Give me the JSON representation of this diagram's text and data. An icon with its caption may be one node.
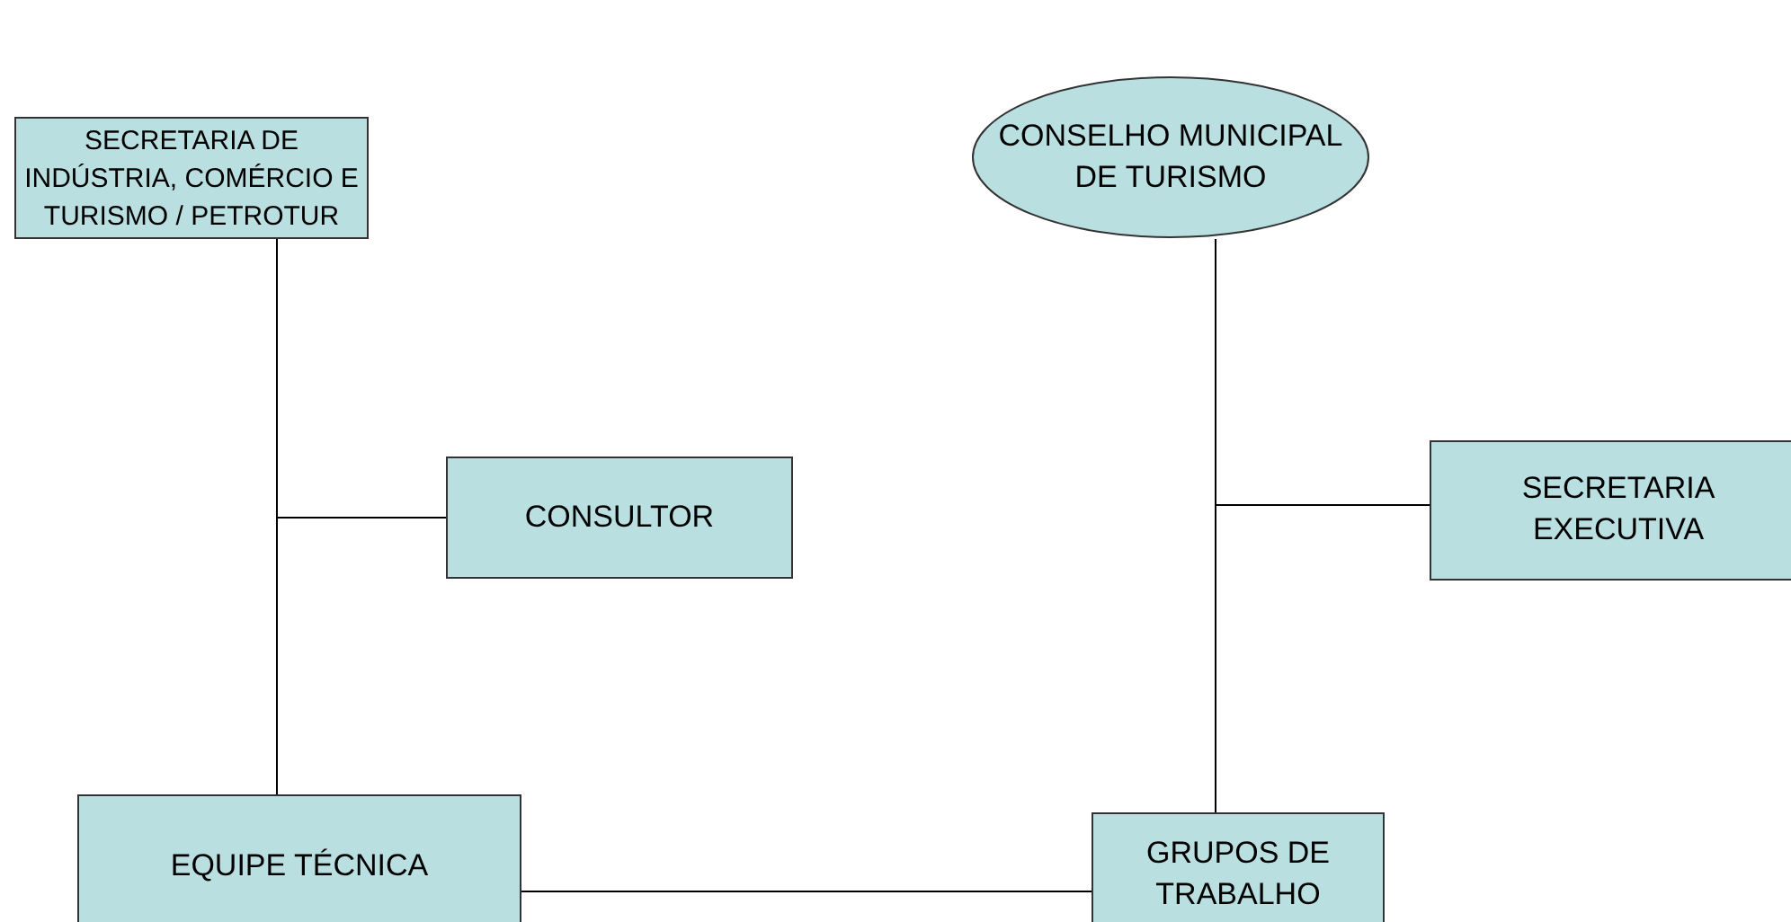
{
  "diagram": {
    "nodes": [
      {
        "text": [
          "SECRETARIA DE INDÚSTRIA, COMÉRCIO E TURISMO / PETROTUR"
        ]
      },
      {
        "text": [
          "CONSELHO MUNICIPAL DE TURISMO"
        ]
      },
      {
        "text": [
          "CONSULTOR"
        ]
      },
      {
        "text": [
          "SECRETARIA EXECUTIVA"
        ]
      },
      {
        "text": [
          "EQUIPE TÉCNICA"
        ]
      },
      {
        "text": [
          "GRUPOS DE TRABALHO"
        ]
      }
    ],
    "edges": [
      {
        "from": 0,
        "to": 4,
        "arrow": "none"
      },
      {
        "from": 0,
        "to": 2,
        "arrow": "none"
      },
      {
        "from": 1,
        "to": 5,
        "arrow": "none"
      },
      {
        "from": 1,
        "to": 3,
        "arrow": "none"
      },
      {
        "from": 4,
        "to": 5,
        "arrow": "none"
      }
    ]
  }
}
